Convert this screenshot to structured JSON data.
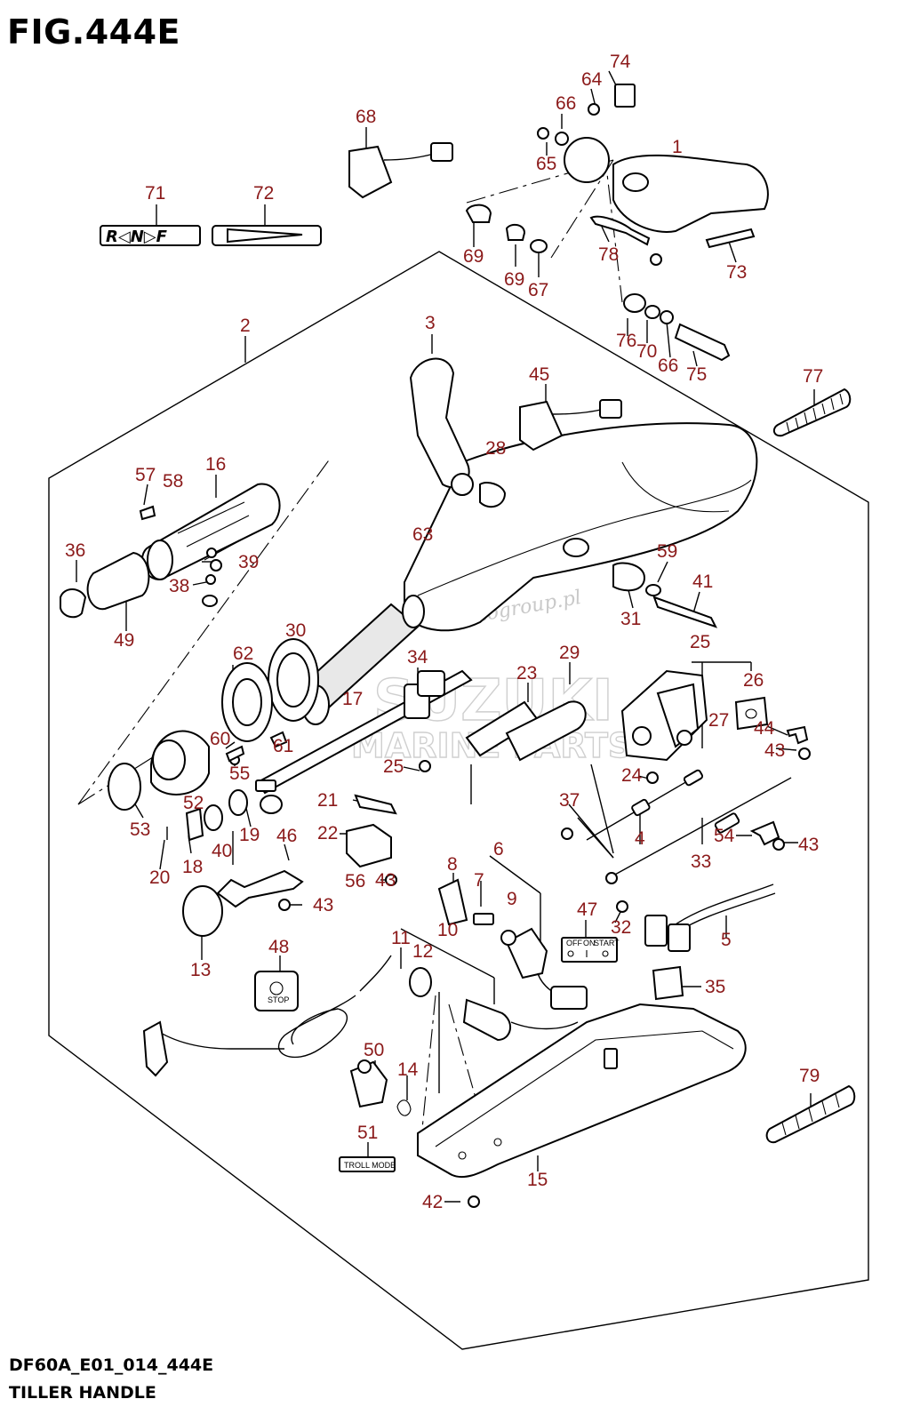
{
  "figure": {
    "title": "FIG.444E",
    "code": "DF60A_E01_014_444E",
    "name": "TILLER HANDLE"
  },
  "watermark": {
    "brand": "SUZUKI",
    "line2": "MARINE PARTS",
    "site": "Motogroup.pl"
  },
  "decals": {
    "shift_label": "R◁N▷F",
    "switch_positions": [
      "OFF",
      "ON",
      "START"
    ],
    "stop_text": "STOP",
    "troll_text": "TROLL MODE"
  },
  "callouts": [
    "1",
    "2",
    "3",
    "4",
    "5",
    "6",
    "7",
    "8",
    "9",
    "10",
    "11",
    "12",
    "13",
    "14",
    "15",
    "16",
    "17",
    "18",
    "19",
    "20",
    "21",
    "22",
    "23",
    "24",
    "25",
    "25",
    "26",
    "27",
    "28",
    "29",
    "30",
    "31",
    "32",
    "33",
    "34",
    "35",
    "36",
    "37",
    "38",
    "39",
    "40",
    "41",
    "42",
    "43",
    "43",
    "43",
    "43",
    "44",
    "45",
    "46",
    "47",
    "48",
    "49",
    "50",
    "51",
    "52",
    "53",
    "54",
    "55",
    "56",
    "57",
    "58",
    "59",
    "60",
    "61",
    "62",
    "63",
    "64",
    "65",
    "66",
    "66",
    "67",
    "68",
    "69",
    "69",
    "70",
    "71",
    "72",
    "73",
    "74",
    "75",
    "76",
    "77",
    "78",
    "79"
  ]
}
